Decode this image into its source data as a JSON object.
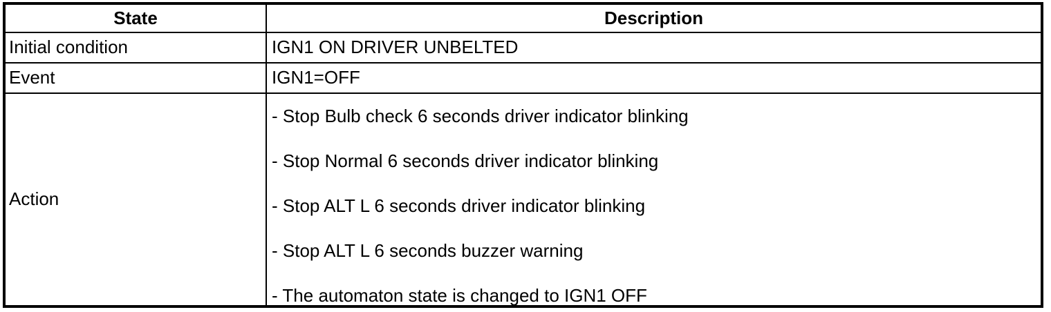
{
  "colors": {
    "border": "#000000",
    "background": "#ffffff",
    "text": "#000000"
  },
  "table": {
    "header": {
      "state": "State",
      "description": "Description"
    },
    "rows": [
      {
        "state": "Initial condition",
        "description": "IGN1 ON DRIVER UNBELTED"
      },
      {
        "state": "Event",
        "description": "IGN1=OFF"
      },
      {
        "state": "Action",
        "items": [
          "- Stop Bulb check 6 seconds driver indicator blinking",
          "- Stop Normal 6 seconds driver indicator blinking",
          "- Stop ALT L 6 seconds driver indicator blinking",
          "- Stop ALT L 6 seconds buzzer warning",
          "- The automaton state is changed to IGN1 OFF"
        ]
      }
    ]
  }
}
